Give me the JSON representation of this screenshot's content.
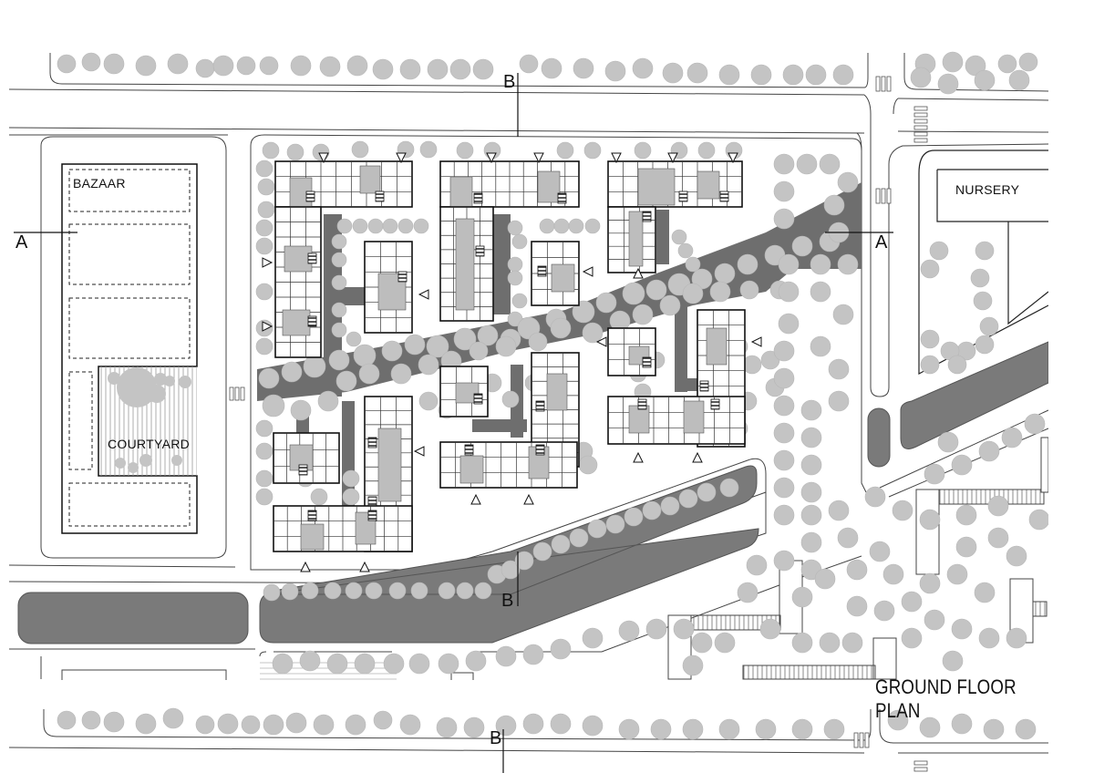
{
  "drawing": {
    "title": "GROUND FLOOR PLAN",
    "type": "site plan",
    "zones": [
      {
        "id": "bazaar",
        "label": "BAZAAR"
      },
      {
        "id": "courtyard",
        "label": "COURTYARD"
      },
      {
        "id": "nursery",
        "label": "NURSERY"
      }
    ],
    "section_markers": {
      "a_left": "A",
      "a_right": "A",
      "b_top": "B",
      "b_middle": "B",
      "b_bottom": "B"
    }
  },
  "colors": {
    "tree": "#c4c4c4",
    "tree_edge": "#b4b4b4",
    "path": "#6e6e6e",
    "water": "#7a7a7a",
    "line": "#222222",
    "building_core": "#bdbdbd"
  }
}
